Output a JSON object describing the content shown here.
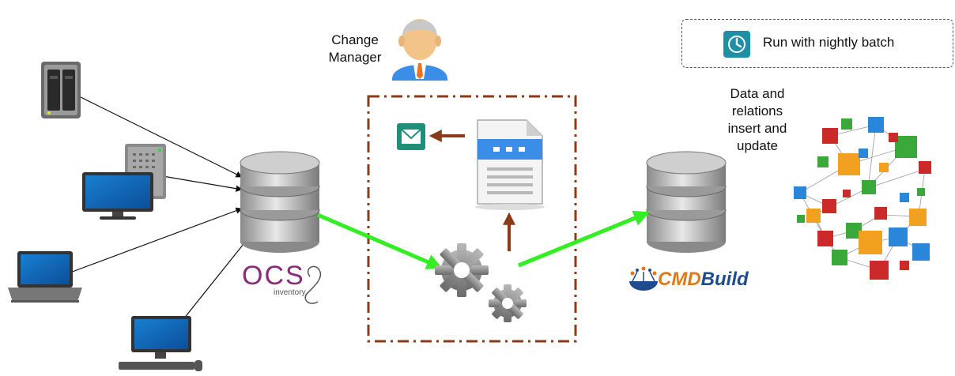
{
  "change_manager": {
    "line1": "Change",
    "line2": "Manager"
  },
  "legend": {
    "text": "Run with nightly batch",
    "icon": "clock-icon"
  },
  "data_note": {
    "line1": "Data and",
    "line2": "relations",
    "line3": "insert and",
    "line4": "update"
  },
  "logos": {
    "ocs_main": "OCS",
    "ocs_sub": "inventory",
    "cmdbuild_part1": "CMD",
    "cmdbuild_part2": "Build"
  },
  "colors": {
    "flow_arrow": "#33ee22",
    "process_border": "#8b3a1a",
    "internal_arrow": "#8b3a1a",
    "connector": "#111111",
    "cmdbuild_accent": "#e07a18",
    "cmdbuild_brand": "#1f4b8f",
    "ocs_brand": "#8a2a7a"
  }
}
